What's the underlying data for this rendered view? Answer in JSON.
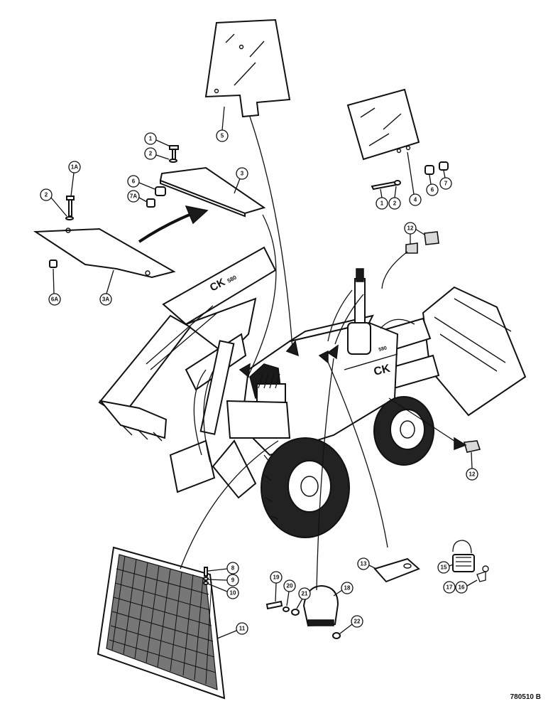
{
  "drawing": {
    "document_number": "780510 B"
  },
  "callouts": {
    "c1a": "1",
    "c2a": "2",
    "c3": "3",
    "c5": "5",
    "c6a": "6",
    "c7a": "7A",
    "c1A": "1A",
    "c2b": "2",
    "c6A": "6A",
    "c3A": "3A",
    "c1b": "1",
    "c2c": "2",
    "c4": "4",
    "c6b": "6",
    "c7b": "7",
    "c12a": "12",
    "c12b": "12",
    "c8": "8",
    "c9": "9",
    "c10": "10",
    "c11": "11",
    "c19": "19",
    "c20": "20",
    "c21": "21",
    "c18": "18",
    "c22": "22",
    "c13": "13",
    "c15": "15",
    "c17": "17",
    "c16": "16"
  },
  "decals": {
    "boom_logo": "CK",
    "hood_logo": "CK",
    "boom_model": "580",
    "hood_model": "580"
  }
}
